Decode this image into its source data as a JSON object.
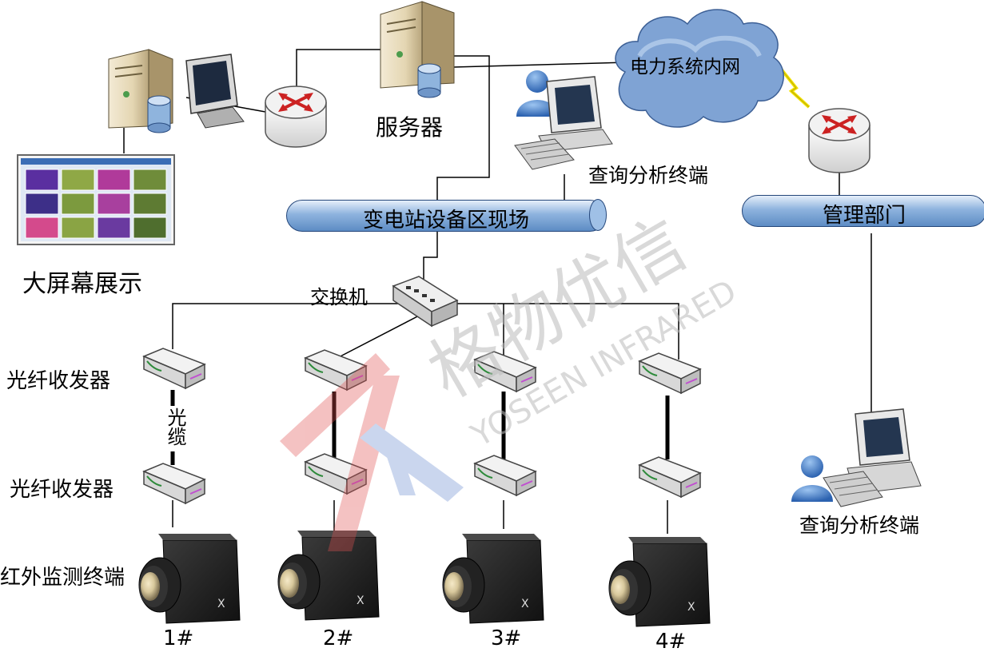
{
  "labels": {
    "server": "服务器",
    "big_screen": "大屏幕展示",
    "cloud": "电力系统内网",
    "query_terminal_top": "查询分析终端",
    "query_terminal_bottom": "查询分析终端",
    "switch": "交换机",
    "fiber_transceiver_top": "光纤收发器",
    "fiber_transceiver_bottom": "光纤收发器",
    "cable": "光缆",
    "ir_terminal": "红外监测终端"
  },
  "pipes": {
    "substation": "变电站设备区现场",
    "management": "管理部门"
  },
  "cameras": [
    "1#",
    "2#",
    "3#",
    "4#"
  ],
  "watermark": {
    "chinese": "格物优信",
    "english": "YOSEEN INFRARED"
  },
  "colors": {
    "pipe_blue": "#7ea6d6",
    "router_red": "#cc2222",
    "cloud_blue": "#6e93c8",
    "lightning_yellow": "#f2e200",
    "camera_black": "#1e1e1e",
    "watermark_red": "#e05050",
    "watermark_blue": "#6a8bd0"
  },
  "icons": [
    "server-icon",
    "monitor-icon",
    "router-icon",
    "cloud-icon",
    "user-icon",
    "pc-icon",
    "switch-icon",
    "transceiver-icon",
    "camera-icon",
    "lightning-icon"
  ]
}
